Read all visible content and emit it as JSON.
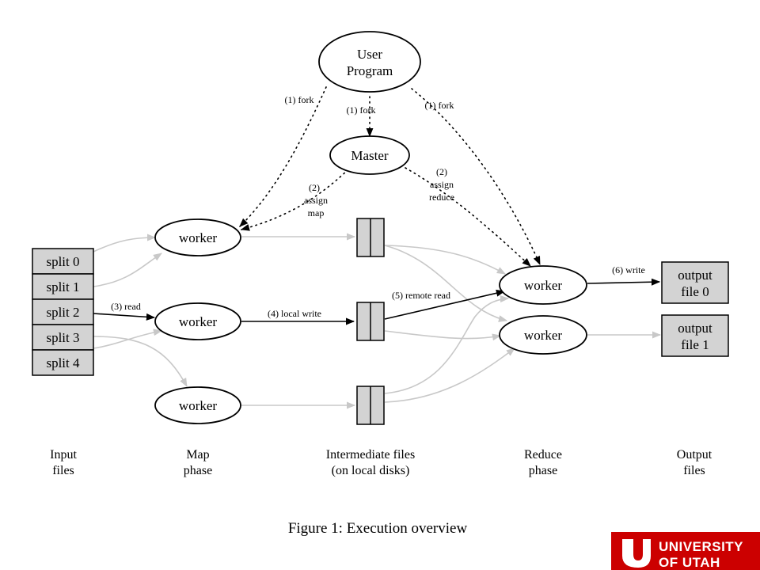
{
  "nodes": {
    "user_program": [
      "User",
      "Program"
    ],
    "master": "Master",
    "map_workers": [
      "worker",
      "worker",
      "worker"
    ],
    "reduce_workers": [
      "worker",
      "worker"
    ],
    "splits": [
      "split 0",
      "split 1",
      "split 2",
      "split 3",
      "split 4"
    ],
    "outputs": [
      [
        "output",
        "file 0"
      ],
      [
        "output",
        "file 1"
      ]
    ]
  },
  "edges": {
    "fork_left": "(1) fork",
    "fork_center": "(1) fork",
    "fork_right": "(1) fork",
    "assign_map": [
      "(2)",
      "assign",
      "map"
    ],
    "assign_reduce": [
      "(2)",
      "assign",
      "reduce"
    ],
    "read": "(3) read",
    "local_write": "(4) local write",
    "remote_read": "(5) remote read",
    "write": "(6) write"
  },
  "phases": [
    [
      "Input",
      "files"
    ],
    [
      "Map",
      "phase"
    ],
    [
      "Intermediate files",
      "(on local disks)"
    ],
    [
      "Reduce",
      "phase"
    ],
    [
      "Output",
      "files"
    ]
  ],
  "caption": "Figure 1: Execution overview",
  "logo": {
    "line1": "UNIVERSITY",
    "line2": "OF UTAH",
    "color": "#cc0000"
  },
  "colors": {
    "box_fill": "#d3d3d3",
    "gray_edge": "#c8c8c8"
  }
}
